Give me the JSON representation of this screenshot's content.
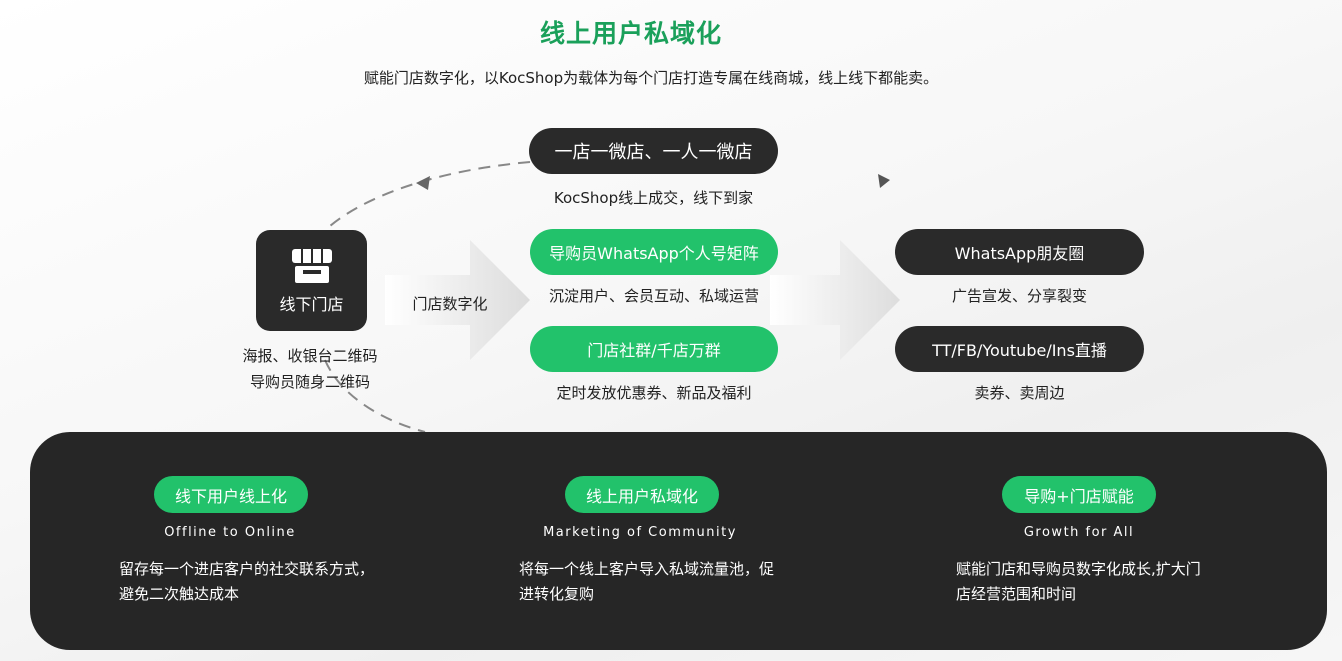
{
  "header": {
    "title": "线上用户私域化",
    "subtitle": "赋能门店数字化，以KocShop为载体为每个门店打造专属在线商城，线上线下都能卖。"
  },
  "store": {
    "label": "线下门店",
    "caption_line1": "海报、收银台二维码",
    "caption_line2": "导购员随身二维码"
  },
  "arrow_label": "门店数字化",
  "top_node": {
    "label": "一店一微店、一人一微店",
    "caption": "KocShop线上成交，线下到家"
  },
  "middle_nodes": [
    {
      "label": "导购员WhatsApp个人号矩阵",
      "caption": "沉淀用户、会员互动、私域运营"
    },
    {
      "label": "门店社群/千店万群",
      "caption": "定时发放优惠券、新品及福利"
    }
  ],
  "right_nodes": [
    {
      "label": "WhatsApp朋友圈",
      "caption": "广告宣发、分享裂变"
    },
    {
      "label": "TT/FB/Youtube/Ins直播",
      "caption": "卖券、卖周边"
    }
  ],
  "columns": [
    {
      "tag": "线下用户线上化",
      "en": "Offline to Online",
      "desc_line1": "留存每一个进店客户的社交联系方式，",
      "desc_line2": "避免二次触达成本"
    },
    {
      "tag": "线上用户私域化",
      "en": "Marketing of Community",
      "desc_line1": "将每一个线上客户导入私域流量池，促",
      "desc_line2": "进转化复购"
    },
    {
      "tag": "导购+门店赋能",
      "en": "Growth for All",
      "desc_line1": "赋能门店和导购员数字化成长,扩大门",
      "desc_line2": "店经营范围和时间"
    }
  ],
  "colors": {
    "accent_green": "#22c26b",
    "title_green": "#1aa05a",
    "dark": "#2a2a2a",
    "panel": "#262626"
  }
}
